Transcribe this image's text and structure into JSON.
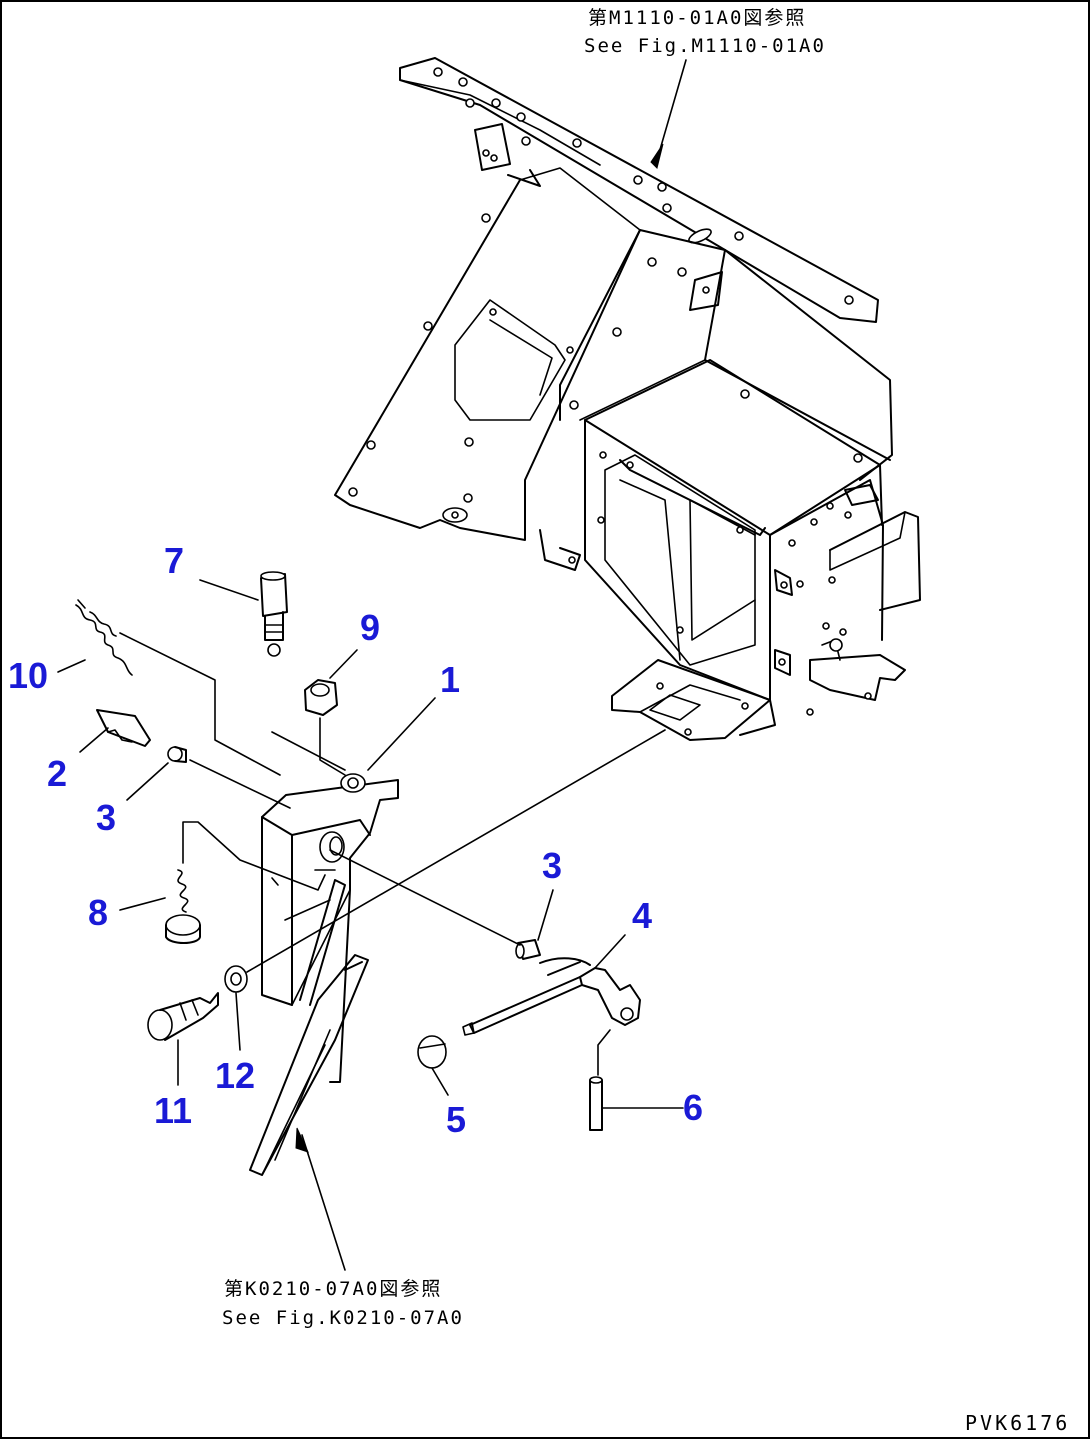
{
  "references": {
    "top": {
      "jp": "第M1110-01A0図参照",
      "en": "See Fig.M1110-01A0"
    },
    "bottom": {
      "jp": "第K0210-07A0図参照",
      "en": "See Fig.K0210-07A0"
    }
  },
  "callouts": {
    "c1": "1",
    "c2": "2",
    "c3a": "3",
    "c3b": "3",
    "c4": "4",
    "c5": "5",
    "c6": "6",
    "c7": "7",
    "c8": "8",
    "c9": "9",
    "c10": "10",
    "c11": "11",
    "c12": "12"
  },
  "drawing_code": "PVK6176",
  "colors": {
    "callout": "#1a1ad6",
    "line": "#000000"
  }
}
